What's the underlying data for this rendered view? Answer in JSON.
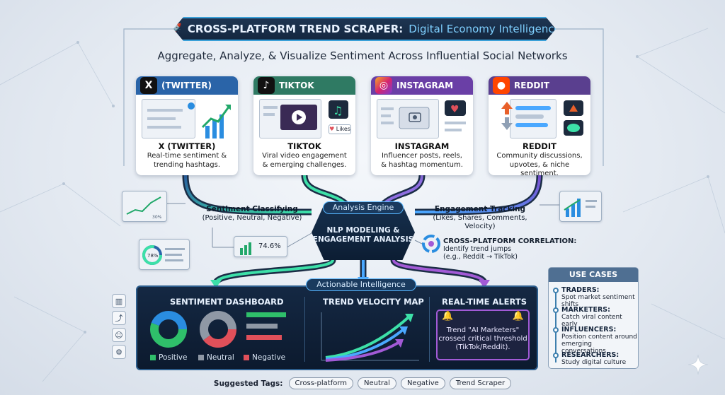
{
  "title": {
    "icon": "rocket-icon",
    "main": "CROSS-PLATFORM TREND SCRAPER:",
    "accent": "Digital Economy Intelligence"
  },
  "subtitle": "Aggregate, Analyze, & Visualize Sentiment Across Influential Social Networks",
  "platforms": [
    {
      "header": "(TWITTER)",
      "logo": "X",
      "name": "X (TWITTER)",
      "desc1": "Real-time sentiment &",
      "desc2": "trending hashtags.",
      "color": "#2a64a8",
      "icon": "x-logo-icon"
    },
    {
      "header": "TIKTOK",
      "logo": "♪",
      "name": "TIKTOK",
      "desc1": "Viral video engagement",
      "desc2": "& emerging challenges.",
      "color": "#2f7a63",
      "icon": "tiktok-logo-icon",
      "badge": "Likes"
    },
    {
      "header": "INSTAGRAM",
      "logo": "◎",
      "name": "INSTAGRAM",
      "desc1": "Influencer posts, reels,",
      "desc2": "& hashtag momentum.",
      "color": "#6a3fa6",
      "icon": "instagram-logo-icon"
    },
    {
      "header": "REDDIT",
      "logo": "●",
      "name": "REDDIT",
      "desc1": "Community discussions,",
      "desc2": "upvotes, & niche sentiment.",
      "color": "#5a3f8f",
      "icon": "reddit-logo-icon"
    }
  ],
  "flow": {
    "sentiment_title": "Sentiment Classifying",
    "sentiment_sub": "(Positive, Neutral, Negative)",
    "engagement_title": "Engagement Tracking",
    "engagement_sub": "(Likes, Shares, Comments, Velocity)",
    "engine_tag": "Analysis Engine",
    "engine_line1": "NLP MODELING &",
    "engine_line2": "ENGAGEMENT ANALYSIS",
    "metric_value": "74.6%",
    "gauge_value": "78%",
    "left_card_value": "30%"
  },
  "correlation": {
    "title": "CROSS-PLATFORM CORRELATION:",
    "line1": "Identify trend jumps",
    "line2": "(e.g., Reddit → TikTok)"
  },
  "intelligence": {
    "tag": "Actionable Intelligence",
    "sentiment_dashboard": "SENTIMENT DASHBOARD",
    "velocity_map": "TREND VELOCITY MAP",
    "alerts": "REAL-TIME ALERTS",
    "legend": [
      "Positive",
      "Neutral",
      "Negative"
    ],
    "alert_line1": "Trend \"AI Marketers\"",
    "alert_line2": "crossed critical threshold",
    "alert_line3": "(TikTok/Reddit)."
  },
  "use_cases": {
    "title": "USE CASES",
    "items": [
      {
        "role": "TRADERS:",
        "text1": "Spot market sentiment shifts",
        "text2": ""
      },
      {
        "role": "MARKETERS:",
        "text1": "Catch viral content early",
        "text2": ""
      },
      {
        "role": "INFLUENCERS:",
        "text1": "Position content around",
        "text2": "emerging conversations"
      },
      {
        "role": "RESEARCHERS:",
        "text1": "Study digital culture",
        "text2": ""
      }
    ]
  },
  "tags": {
    "label": "Suggested Tags:",
    "items": [
      "Cross-platform",
      "Neutral",
      "Negative",
      "Trend Scraper"
    ]
  },
  "colors": {
    "positive": "#2fbf6a",
    "neutral": "#8f98a5",
    "negative": "#e0505a",
    "accent": "#3aa0d8",
    "alert": "#a25ad6"
  }
}
